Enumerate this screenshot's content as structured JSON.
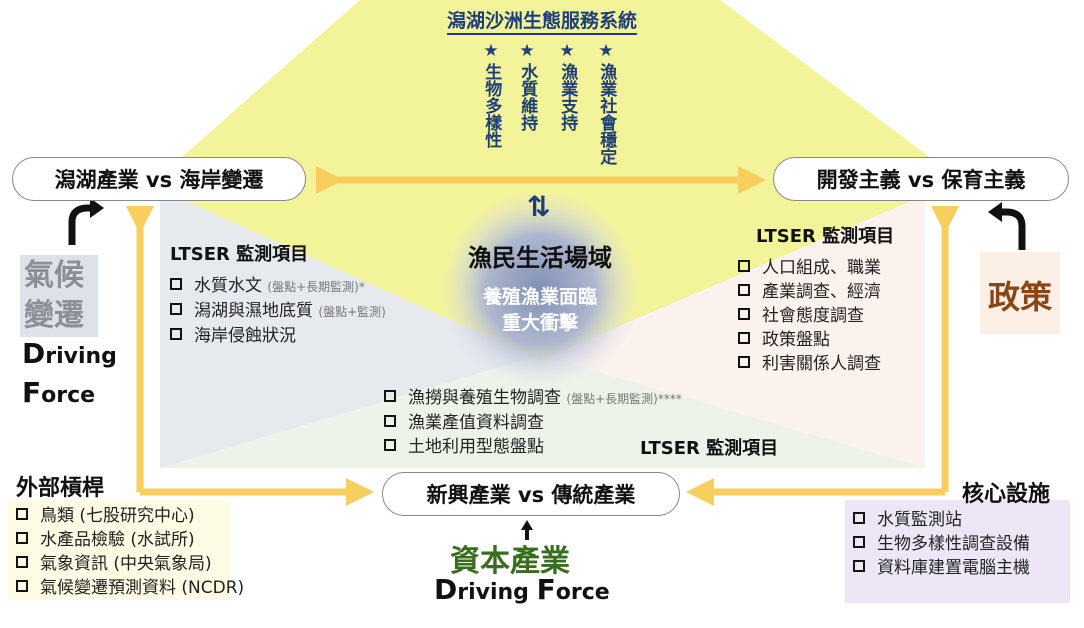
{
  "title": "潟湖沙洲生態服務系統",
  "ecosystem_services": [
    {
      "star": "★",
      "label": "生物多樣性"
    },
    {
      "star": "★",
      "label": "水質維持"
    },
    {
      "star": "★",
      "label": "漁業支持"
    },
    {
      "star": "★",
      "label": "漁業社會穩定"
    }
  ],
  "nodes": {
    "left": "潟湖產業 vs 海岸變遷",
    "right": "開發主義 vs 保育主義",
    "bottom": "新興產業 vs 傳統產業"
  },
  "center": {
    "heading": "漁民生活場域",
    "line1": "養殖漁業面臨",
    "line2": "重大衝擊",
    "arrow": "⇅"
  },
  "ltser_left": {
    "heading": "LTSER 監測項目",
    "items": [
      {
        "text": "水質水文",
        "note": "(盤點+長期監測)*"
      },
      {
        "text": "潟湖與濕地底質",
        "note": "(盤點+監測)"
      },
      {
        "text": "海岸侵蝕狀況",
        "note": ""
      }
    ]
  },
  "ltser_right": {
    "heading": "LTSER 監測項目",
    "items": [
      "人口組成、職業",
      "產業調查、經濟",
      "社會態度調查",
      "政策盤點",
      "利害關係人調查"
    ]
  },
  "ltser_bottom": {
    "heading": "LTSER 監測項目",
    "items": [
      {
        "text": "漁撈與養殖生物調查",
        "note": "(盤點+長期監測)****"
      },
      {
        "text": "漁業產值資料調查",
        "note": ""
      },
      {
        "text": "土地利用型態盤點",
        "note": ""
      }
    ]
  },
  "drivers": {
    "climate": {
      "line1": "氣候",
      "line2": "變遷",
      "df1_cap": "D",
      "df1_rest": "riving",
      "df2_cap": "F",
      "df2_rest": "orce"
    },
    "policy": "政策",
    "capital": {
      "label": "資本產業",
      "df1_cap": "D",
      "df1_rest": "riving ",
      "df2_cap": "F",
      "df2_rest": "orce"
    }
  },
  "external": {
    "heading": "外部槓桿",
    "items": [
      "鳥類 (七股研究中心)",
      "水產品檢驗 (水試所)",
      "氣象資訊 (中央氣象局)",
      "氣候變遷預測資料 (NCDR)"
    ]
  },
  "core": {
    "heading": "核心設施",
    "items": [
      "水質監測站",
      "生物多樣性調查設備",
      "資料庫建置電腦主機"
    ]
  },
  "colors": {
    "arrow": "#f8cf5f",
    "yellow": "#f3f39a",
    "navy": "#1f3f7a",
    "policy": "#8b4513",
    "capital": "#3a6e1f",
    "core_bg": "#ece6f7"
  }
}
